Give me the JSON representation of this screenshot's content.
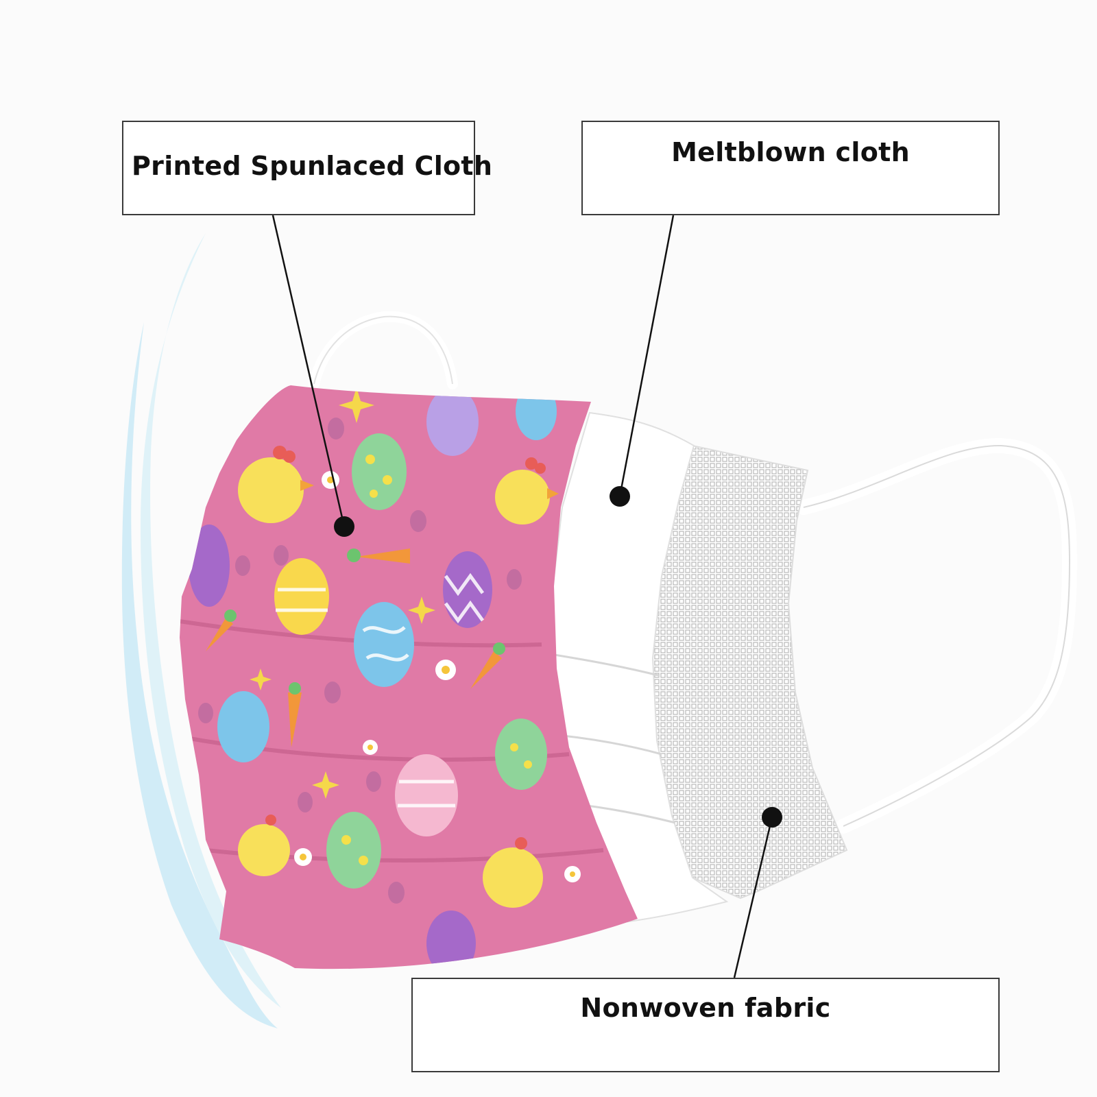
{
  "labels": {
    "printed_spunlaced": "Printed Spunlaced Cloth",
    "meltblown": "Meltblown cloth",
    "nonwoven": "Nonwoven fabric"
  },
  "colors": {
    "mask_print": "#e07aa6",
    "middle_layer": "#ffffff",
    "mesh_layer": "#dcdcdc",
    "face_glow": "#a9dcf0",
    "callout_border": "#3a3a3a",
    "leader_line": "#111111"
  }
}
